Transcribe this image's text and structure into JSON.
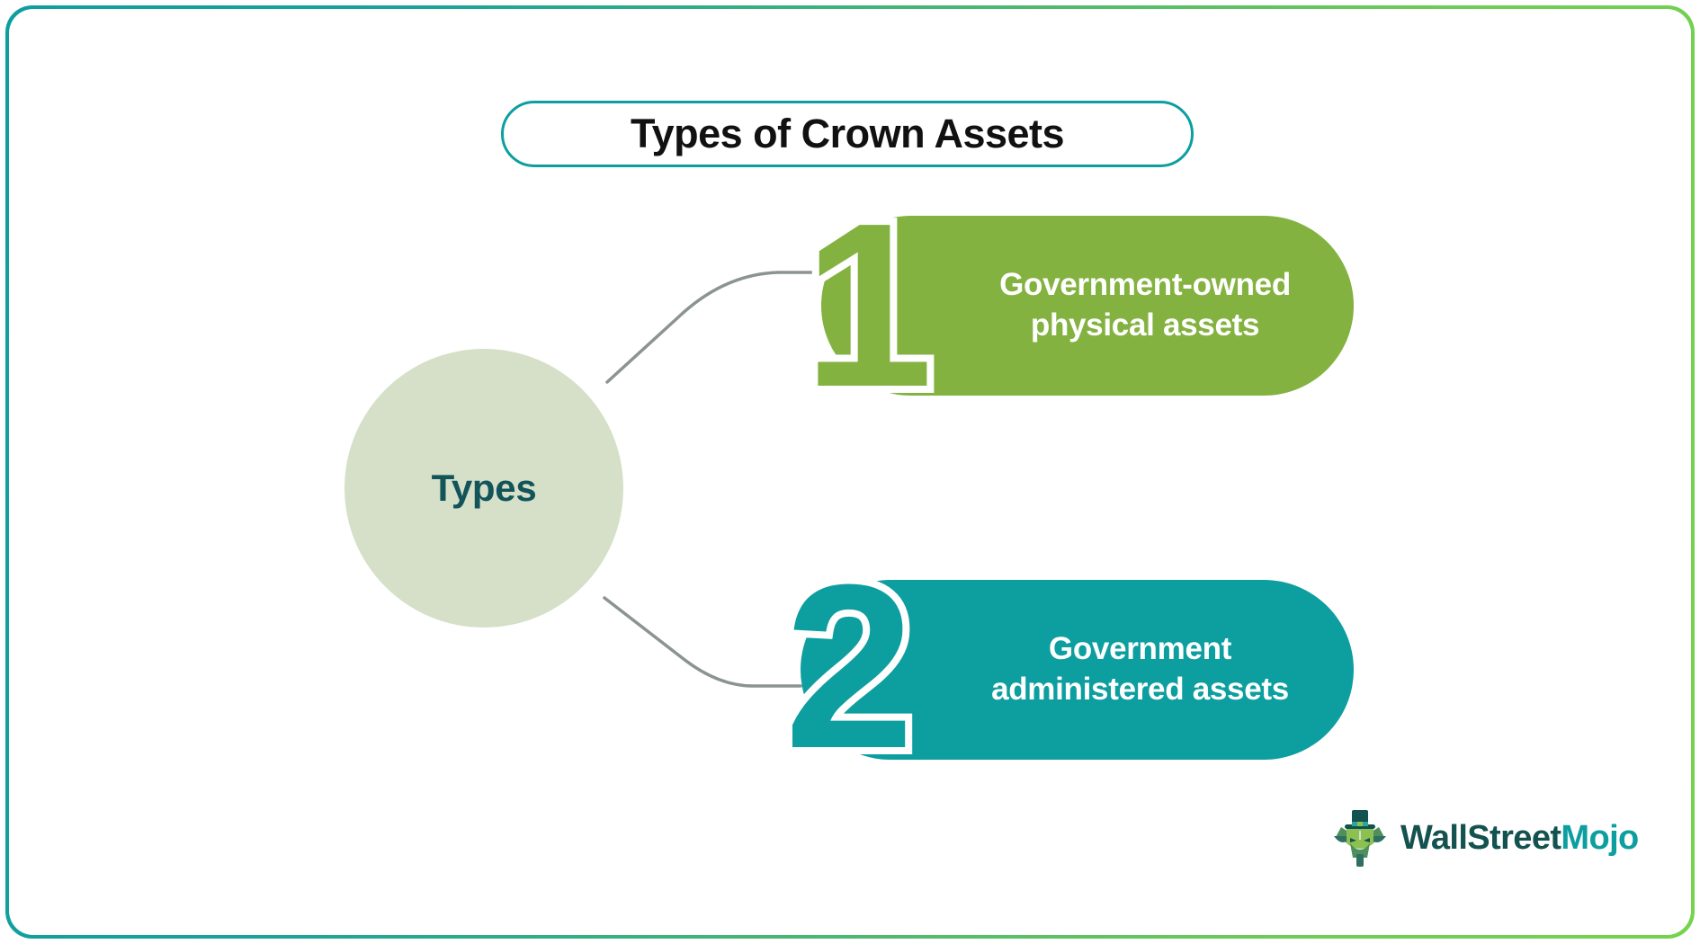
{
  "title": "Types of Crown Assets",
  "hub": {
    "label": "Types"
  },
  "items": [
    {
      "number": "1",
      "label": "Government-owned\nphysical assets",
      "color": "#83b240"
    },
    {
      "number": "2",
      "label": "Government\nadministered assets",
      "color": "#0d9ea0"
    }
  ],
  "brand": {
    "part_one": "WallStreet",
    "part_two": "Mojo",
    "logo_icon": "wallstreetmojo-mascot-icon"
  },
  "theme": {
    "border_gradient_start": "#0d9ea0",
    "border_gradient_end": "#75d34e",
    "title_border": "#0d9ea0",
    "hub_fill": "#d6e0c8",
    "hub_text": "#12545a",
    "connector_line": "#8b9490",
    "background": "#ffffff"
  }
}
